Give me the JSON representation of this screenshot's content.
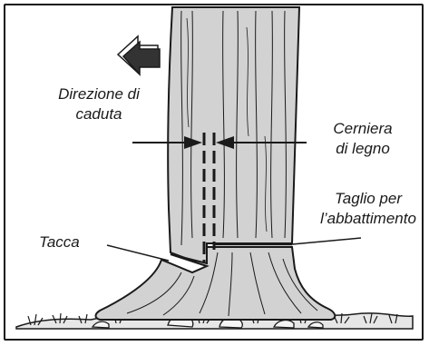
{
  "labels": {
    "fall_direction": {
      "line1": "Direzione di",
      "line2": "caduta"
    },
    "hinge": {
      "line1": "Cerniera",
      "line2": "di legno"
    },
    "felling_cut": {
      "line1": "Taglio per",
      "line2": "l’abbattimento"
    },
    "notch": "Tacca"
  },
  "icons": {
    "fall_arrow": "arrow-left-icon"
  },
  "colors": {
    "ink": "#1a1a1a",
    "trunk": "#d2d2d2",
    "ground": "#e6e6e6",
    "background": "#ffffff"
  }
}
